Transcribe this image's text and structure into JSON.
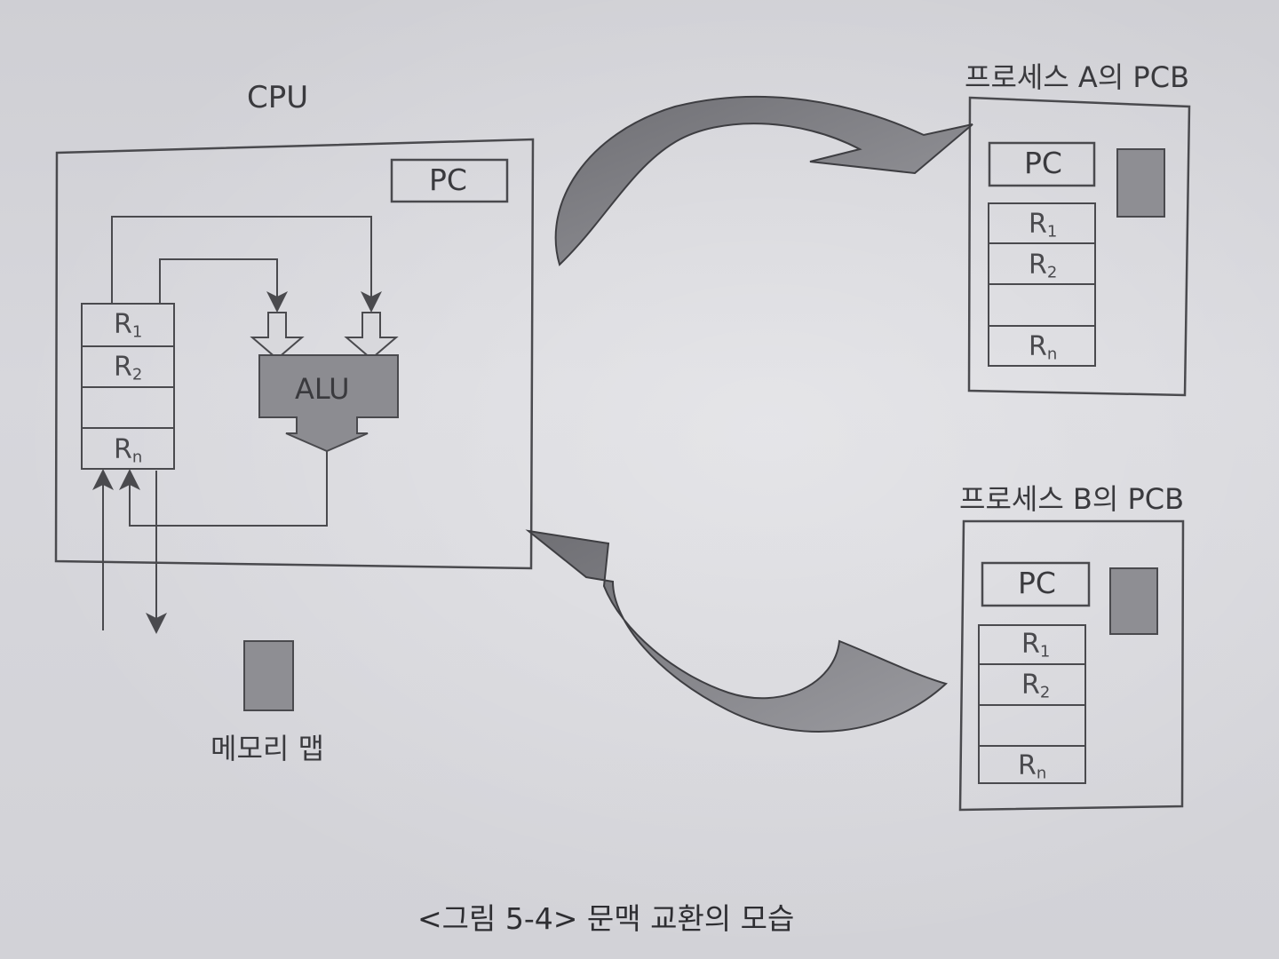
{
  "cpu": {
    "title": "CPU",
    "pc_label": "PC",
    "alu_label": "ALU",
    "registers": [
      "R1",
      "R2",
      "",
      "Rn"
    ]
  },
  "memory_map": {
    "label": "메모리 맵"
  },
  "pcb_a": {
    "title": "프로세스 A의 PCB",
    "pc_label": "PC",
    "registers": [
      "R1",
      "R2",
      "",
      "Rn"
    ]
  },
  "pcb_b": {
    "title": "프로세스 B의 PCB",
    "pc_label": "PC",
    "registers": [
      "R1",
      "R2",
      "",
      "Rn"
    ]
  },
  "caption": "<그림 5-4> 문맥 교환의 모습",
  "colors": {
    "line": "#4a4a4e",
    "fill_dark": "#8e8e93",
    "alu_fill": "#8c8c91",
    "arrow_fill": "#7e7e83"
  }
}
